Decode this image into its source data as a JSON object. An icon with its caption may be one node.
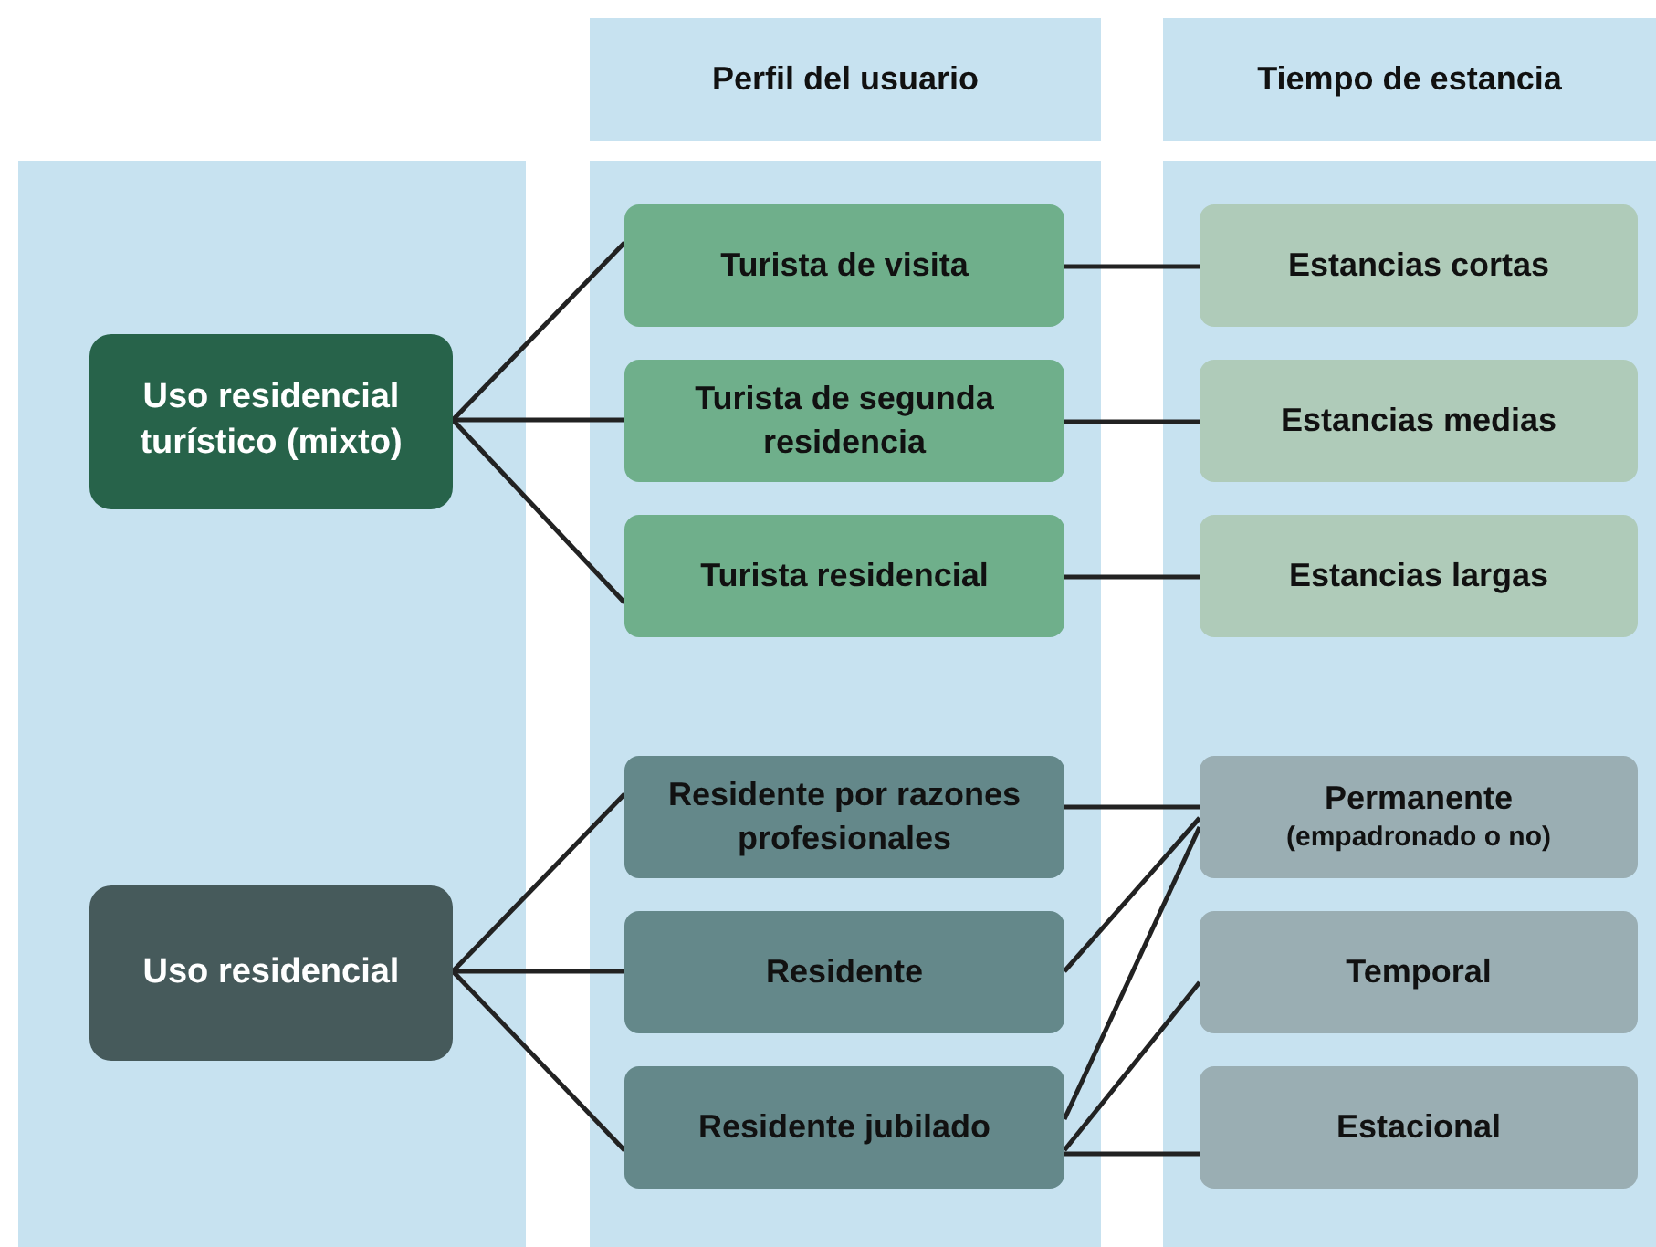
{
  "diagram": {
    "nodes": [
      {
        "text": [
          "Perfil del usuario"
        ]
      },
      {
        "text": [
          "Tiempo de estancia"
        ]
      },
      {
        "text": [],
        "shape": "band"
      },
      {
        "text": [],
        "shape": "band"
      },
      {
        "text": [],
        "shape": "band"
      },
      {
        "text": [
          "Uso residencial turístico (mixto)"
        ],
        "in": 2
      },
      {
        "text": [
          "Uso residencial"
        ],
        "in": 2
      },
      {
        "text": [
          "Turista de visita"
        ],
        "in": 3
      },
      {
        "text": [
          "Turista de segunda residencia"
        ],
        "in": 3
      },
      {
        "text": [
          "Turista residencial"
        ],
        "in": 3
      },
      {
        "text": [
          "Residente por razones profesionales"
        ],
        "in": 3
      },
      {
        "text": [
          "Residente"
        ],
        "in": 3
      },
      {
        "text": [
          "Residente jubilado"
        ],
        "in": 3
      },
      {
        "text": [
          "Estancias cortas"
        ],
        "in": 4
      },
      {
        "text": [
          "Estancias medias"
        ],
        "in": 4
      },
      {
        "text": [
          "Estancias largas"
        ],
        "in": 4
      },
      {
        "text": [
          "Permanente",
          "(empadronado o no)"
        ],
        "in": 4
      },
      {
        "text": [
          "Temporal"
        ],
        "in": 4
      },
      {
        "text": [
          "Estacional"
        ],
        "in": 4
      }
    ],
    "edges": [
      {
        "from": 5,
        "to": 7,
        "arrow": "none"
      },
      {
        "from": 5,
        "to": 8,
        "arrow": "none"
      },
      {
        "from": 5,
        "to": 9,
        "arrow": "none"
      },
      {
        "from": 7,
        "to": 13,
        "arrow": "none"
      },
      {
        "from": 8,
        "to": 14,
        "arrow": "none"
      },
      {
        "from": 9,
        "to": 15,
        "arrow": "none"
      },
      {
        "from": 6,
        "to": 10,
        "arrow": "none"
      },
      {
        "from": 6,
        "to": 11,
        "arrow": "none"
      },
      {
        "from": 6,
        "to": 12,
        "arrow": "none"
      },
      {
        "from": 10,
        "to": 16,
        "arrow": "none"
      },
      {
        "from": 11,
        "to": 16,
        "arrow": "none"
      },
      {
        "from": 12,
        "to": 16,
        "arrow": "none"
      },
      {
        "from": 12,
        "to": 17,
        "arrow": "none"
      },
      {
        "from": 12,
        "to": 18,
        "arrow": "none"
      }
    ]
  }
}
